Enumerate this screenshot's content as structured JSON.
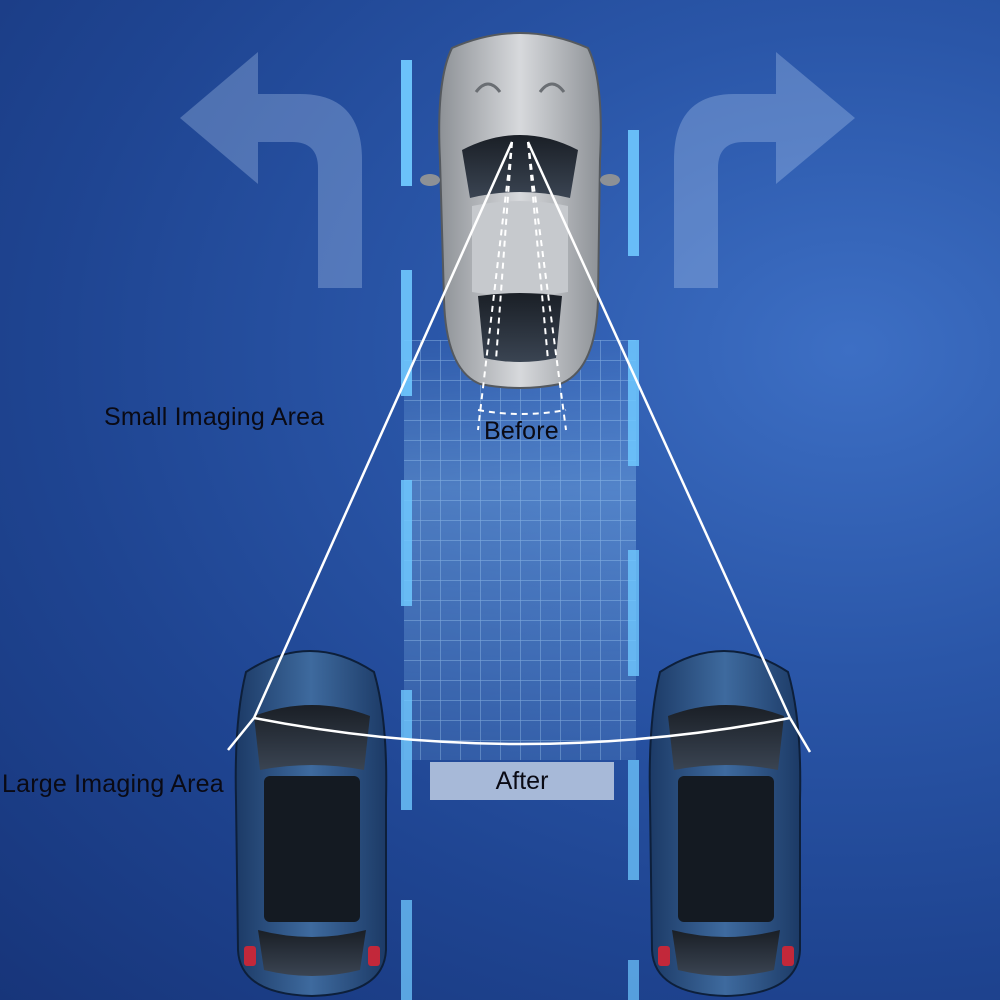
{
  "labels": {
    "small_area": "Small Imaging Area",
    "large_area": "Large Imaging Area",
    "before": "Before",
    "after": "After"
  },
  "icons": {
    "left_arrow": "turn-left-arrow-icon",
    "right_arrow": "turn-right-arrow-icon"
  },
  "colors": {
    "background": "#2a56a8",
    "lane_line": "#6fc8ff",
    "view_lines": "#ffffff",
    "after_box": "#a7b9d8"
  }
}
